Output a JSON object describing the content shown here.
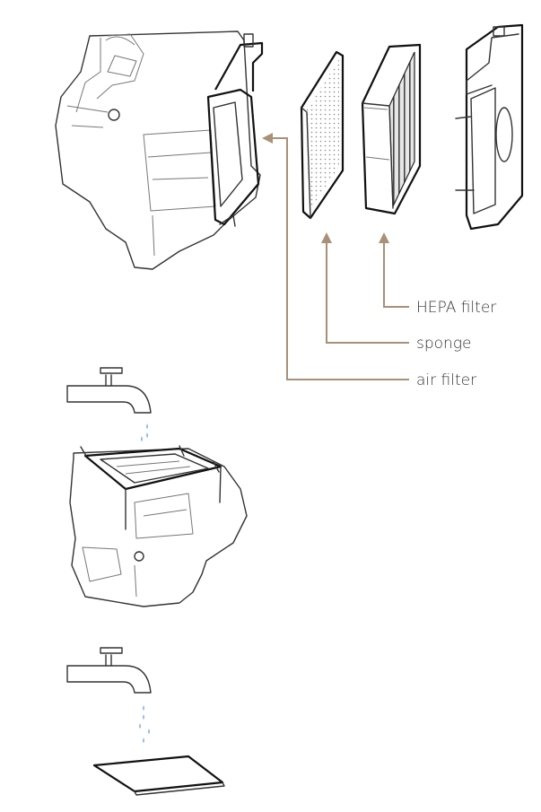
{
  "colors": {
    "pointer": "#a89079",
    "drop": "#8fb6e6",
    "filter_fill": "#c9c9c9"
  },
  "labels": {
    "hepa": "HEPA filter",
    "sponge": "sponge",
    "air_filter": "air filter"
  },
  "steps": [
    {
      "name": "rinse-container-step"
    },
    {
      "name": "rinse-filter-step"
    }
  ]
}
